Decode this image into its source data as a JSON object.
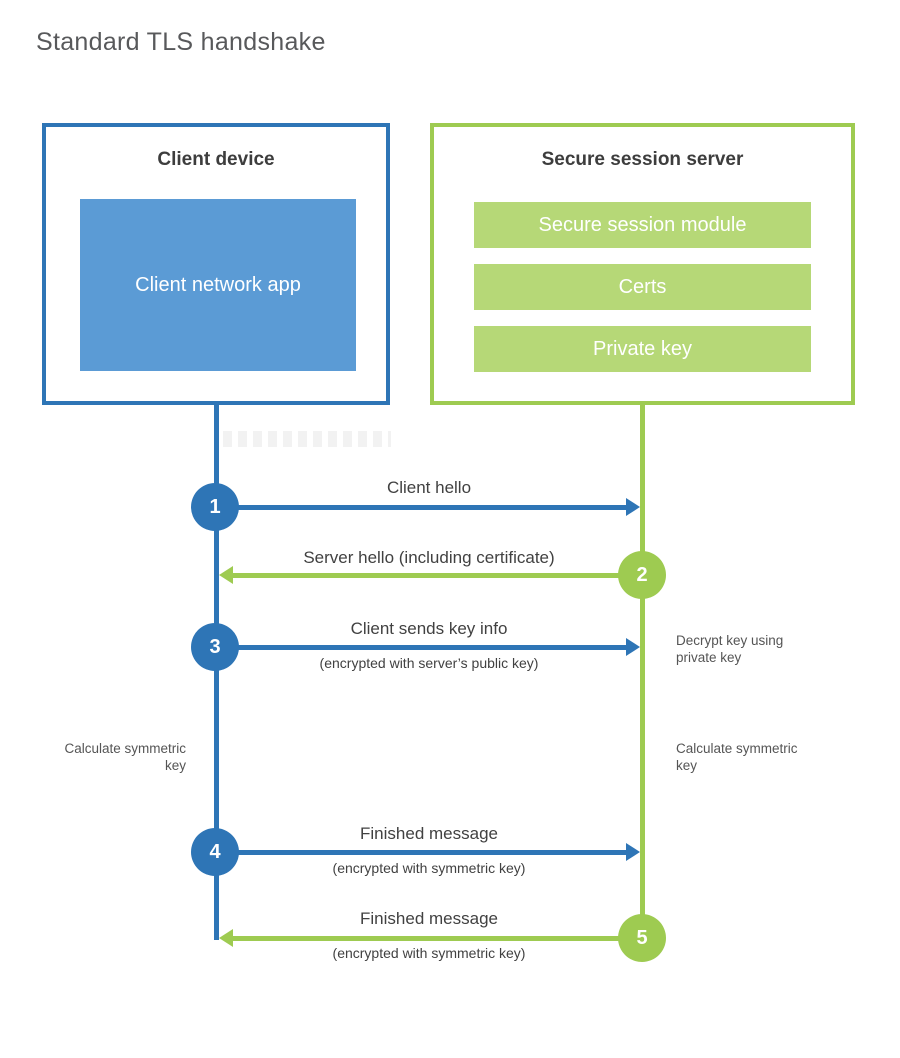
{
  "page": {
    "title": "Standard TLS handshake"
  },
  "colors": {
    "blue": "#2e75b6",
    "blue_fill": "#5b9bd5",
    "green": "#9ecb51",
    "green_fill": "#b6d877",
    "title_text": "#58595b",
    "heading_text": "#3d3d3d",
    "label_text": "#414141",
    "note_text": "#555555"
  },
  "client": {
    "title": "Client device",
    "app_label": "Client network app"
  },
  "server": {
    "title": "Secure session server",
    "modules": [
      "Secure session module",
      "Certs",
      "Private key"
    ]
  },
  "steps": [
    {
      "num": "1",
      "label": "Client hello",
      "sublabel": "",
      "direction": "client-to-server"
    },
    {
      "num": "2",
      "label": "Server hello (including certificate)",
      "sublabel": "",
      "direction": "server-to-client"
    },
    {
      "num": "3",
      "label": "Client sends key info",
      "sublabel": "(encrypted with server’s public key)",
      "direction": "client-to-server"
    },
    {
      "num": "4",
      "label": "Finished message",
      "sublabel": "(encrypted with symmetric key)",
      "direction": "client-to-server"
    },
    {
      "num": "5",
      "label": "Finished message",
      "sublabel": "(encrypted with symmetric key)",
      "direction": "server-to-client"
    }
  ],
  "notes": {
    "decrypt": "Decrypt key using private key",
    "client_calculate": "Calculate symmetric key",
    "server_calculate": "Calculate symmetric key"
  }
}
